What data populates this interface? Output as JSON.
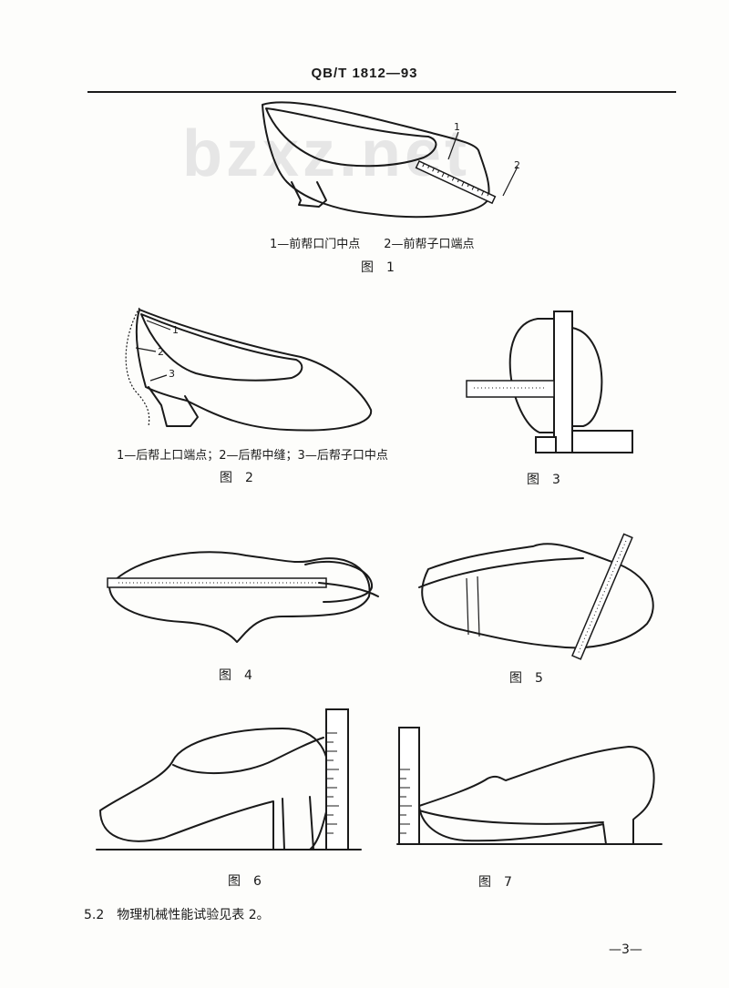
{
  "header": {
    "standard_no": "QB/T 1812—93"
  },
  "watermark": "bzxz.net",
  "fig1": {
    "caption": "1—前帮口门中点　　2—前帮子口端点",
    "label": "图　1",
    "callout_1": "1",
    "callout_2": "2"
  },
  "fig2": {
    "caption": "1—后帮上口端点；2—后帮中缝；3—后帮子口中点",
    "label": "图　2",
    "callout_1": "1",
    "callout_2": "2",
    "callout_3": "3"
  },
  "fig3": {
    "label": "图　3"
  },
  "fig4": {
    "label": "图　4"
  },
  "fig5": {
    "label": "图　5"
  },
  "fig6": {
    "label": "图　6"
  },
  "fig7": {
    "label": "图　7"
  },
  "section_5_2": "5.2　物理机械性能试验见表 2。",
  "page_number": "—3—"
}
